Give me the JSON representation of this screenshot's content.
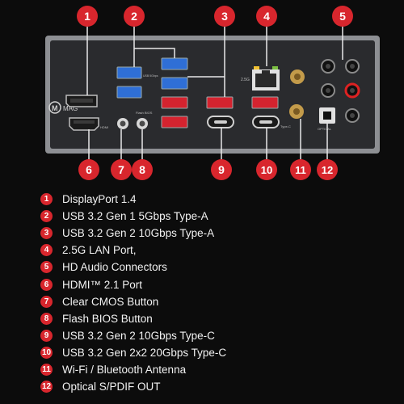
{
  "colors": {
    "callout": "#d8262d",
    "background": "#0c0c0c",
    "panel": "#2a2b2e",
    "usb32_gen1": "#2f6fd6",
    "usb32_gen2": "#d4232f"
  },
  "panel": {
    "brand": "MAG",
    "port_labels": {
      "hdmi": "HDMI",
      "bios": "Flash BIOS",
      "lan": "2.5G",
      "usb_a": "USB 5Gbps",
      "usb_c": "Type-C",
      "optical": "OPTICAL"
    }
  },
  "callouts": [
    {
      "number": "1",
      "name": "displayport"
    },
    {
      "number": "2",
      "name": "usb-5gbps-type-a"
    },
    {
      "number": "3",
      "name": "usb-10gbps-type-a"
    },
    {
      "number": "4",
      "name": "lan-port"
    },
    {
      "number": "5",
      "name": "audio-connectors"
    },
    {
      "number": "6",
      "name": "hdmi-port"
    },
    {
      "number": "7",
      "name": "clear-cmos-button"
    },
    {
      "number": "8",
      "name": "flash-bios-button"
    },
    {
      "number": "9",
      "name": "usb-10gbps-type-c"
    },
    {
      "number": "10",
      "name": "usb-20gbps-type-c"
    },
    {
      "number": "11",
      "name": "wifi-antenna"
    },
    {
      "number": "12",
      "name": "optical-spdif"
    }
  ],
  "legend": [
    {
      "number": "1",
      "label": "DisplayPort 1.4"
    },
    {
      "number": "2",
      "label": "USB 3.2 Gen 1 5Gbps Type-A"
    },
    {
      "number": "3",
      "label": "USB 3.2 Gen 2 10Gbps Type-A"
    },
    {
      "number": "4",
      "label": "2.5G LAN Port,"
    },
    {
      "number": "5",
      "label": "HD Audio Connectors"
    },
    {
      "number": "6",
      "label": "HDMI™ 2.1 Port"
    },
    {
      "number": "7",
      "label": "Clear CMOS Button"
    },
    {
      "number": "8",
      "label": "Flash BIOS Button"
    },
    {
      "number": "9",
      "label": "USB 3.2 Gen 2 10Gbps Type-C"
    },
    {
      "number": "10",
      "label": "USB 3.2 Gen 2x2 20Gbps Type-C"
    },
    {
      "number": "11",
      "label": "Wi-Fi / Bluetooth Antenna"
    },
    {
      "number": "12",
      "label": "Optical S/PDIF OUT"
    }
  ]
}
